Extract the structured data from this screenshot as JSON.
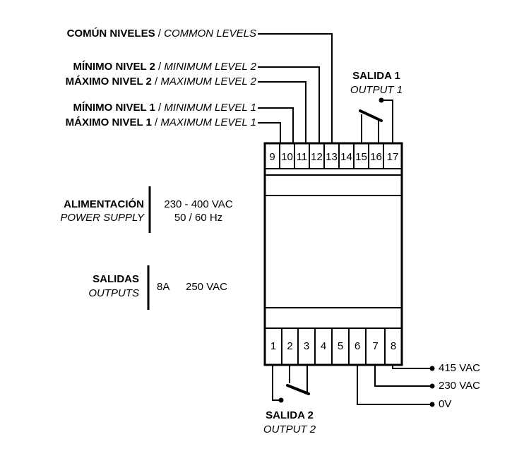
{
  "labels": {
    "common_es": "COMÚN NIVELES",
    "common_en": "COMMON LEVELS",
    "min2_es": "MÍNIMO NIVEL 2",
    "min2_en": "MINIMUM LEVEL 2",
    "max2_es": "MÁXIMO NIVEL 2",
    "max2_en": "MAXIMUM LEVEL 2",
    "min1_es": "MÍNIMO NIVEL 1",
    "min1_en": "MINIMUM LEVEL 1",
    "max1_es": "MÁXIMO NIVEL 1",
    "max1_en": "MAXIMUM LEVEL 1",
    "separator": " / "
  },
  "output1": {
    "title": "SALIDA 1",
    "subtitle": "OUTPUT 1"
  },
  "output2": {
    "title": "SALIDA 2",
    "subtitle": "OUTPUT 2"
  },
  "power": {
    "label_es": "ALIMENTACIÓN",
    "label_en": "POWER SUPPLY",
    "voltage": "230 - 400 VAC",
    "frequency": "50 / 60 Hz"
  },
  "outputs_spec": {
    "label_es": "SALIDAS",
    "label_en": "OUTPUTS",
    "current": "8A",
    "voltage": "250 VAC"
  },
  "top_terminals": [
    "9",
    "10",
    "11",
    "12",
    "13",
    "14",
    "15",
    "16",
    "17"
  ],
  "bottom_terminals": [
    "1",
    "2",
    "3",
    "4",
    "5",
    "6",
    "7",
    "8"
  ],
  "supply_taps": [
    "415 VAC",
    "230 VAC",
    "0V"
  ]
}
